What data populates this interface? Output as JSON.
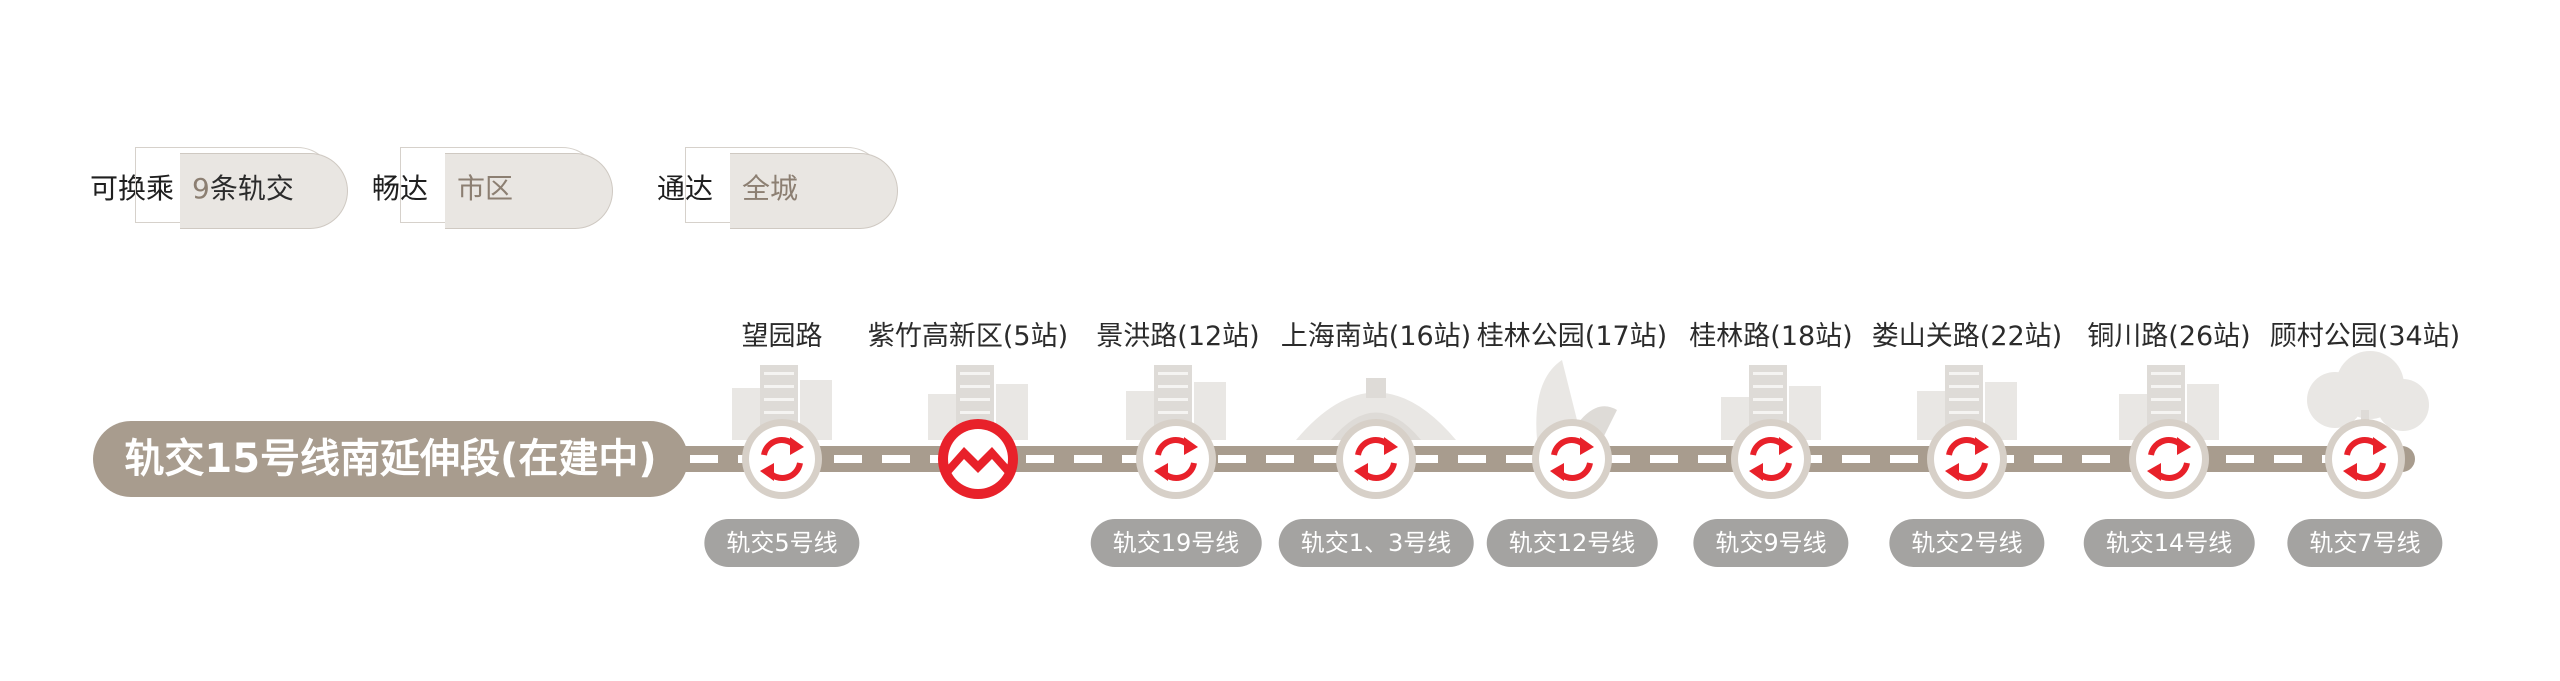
{
  "info_pills": [
    {
      "label": "可换乘",
      "value_accent": "9",
      "value_rest": "条轨交"
    },
    {
      "label": "畅达",
      "value_accent": "市区",
      "value_rest": ""
    },
    {
      "label": "通达",
      "value_accent": "全城",
      "value_rest": ""
    }
  ],
  "line": {
    "title": "轨交15号线南延伸段(在建中)",
    "colors": {
      "track": "#a89c8e",
      "dash": "#ffffff",
      "transfer_red": "#e8212a",
      "metro_red": "#e8212a",
      "ring": "#d7d0c8",
      "badge": "#a4a3a1"
    }
  },
  "stations": [
    {
      "name": "望园路",
      "transfer": "轨交5号线",
      "icon": "transfer-icon"
    },
    {
      "name": "紫竹高新区(5站)",
      "transfer": "",
      "icon": "shanghai-metro-logo-icon"
    },
    {
      "name": "景洪路(12站)",
      "transfer": "轨交19号线",
      "icon": "transfer-icon"
    },
    {
      "name": "上海南站(16站)",
      "transfer": "轨交1、3号线",
      "icon": "transfer-icon"
    },
    {
      "name": "桂林公园(17站)",
      "transfer": "轨交12号线",
      "icon": "transfer-icon"
    },
    {
      "name": "桂林路(18站)",
      "transfer": "轨交9号线",
      "icon": "transfer-icon"
    },
    {
      "name": "娄山关路(22站)",
      "transfer": "轨交2号线",
      "icon": "transfer-icon"
    },
    {
      "name": "铜川路(26站)",
      "transfer": "轨交14号线",
      "icon": "transfer-icon"
    },
    {
      "name": "顾村公园(34站)",
      "transfer": "轨交7号线",
      "icon": "transfer-icon"
    }
  ]
}
